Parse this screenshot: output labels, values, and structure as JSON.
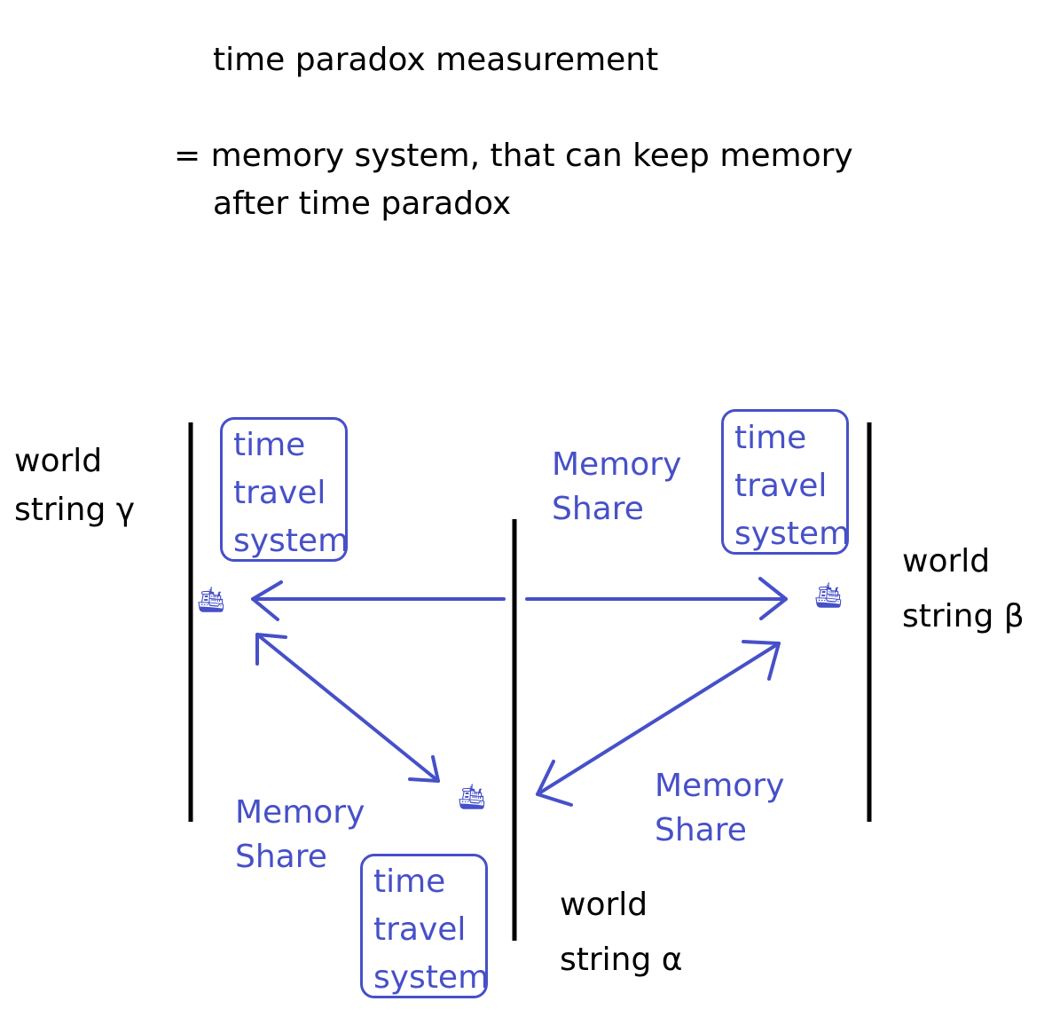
{
  "title": {
    "line1": "time paradox measurement",
    "line2": "= memory system, that can keep memory",
    "line3": "after time paradox"
  },
  "world_lines": [
    {
      "id": "gamma",
      "label_top": "world",
      "label_bottom": "string γ"
    },
    {
      "id": "alpha",
      "label_top": "world",
      "label_bottom": "string α"
    },
    {
      "id": "beta",
      "label_top": "world",
      "label_bottom": "string β"
    }
  ],
  "boxes": [
    {
      "id": "gamma",
      "lines": [
        "time",
        "travel",
        "system"
      ]
    },
    {
      "id": "beta",
      "lines": [
        "time",
        "travel",
        "system"
      ]
    },
    {
      "id": "alpha",
      "lines": [
        "time",
        "travel",
        "system"
      ]
    }
  ],
  "memory_labels": [
    {
      "id": "top",
      "line1": "Memory",
      "line2": "Share"
    },
    {
      "id": "bottom-left",
      "line1": "Memory",
      "line2": "Share"
    },
    {
      "id": "bottom-right",
      "line1": "Memory",
      "line2": "Share"
    }
  ],
  "icons": {
    "ship": "ship-icon"
  },
  "colors": {
    "accent": "#4650c8",
    "line": "#000000"
  }
}
